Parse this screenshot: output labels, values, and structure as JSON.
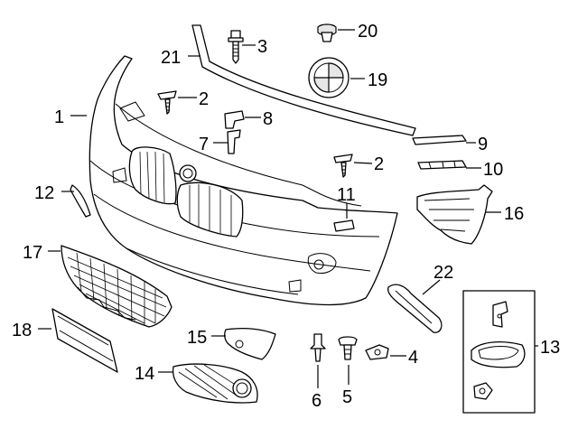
{
  "diagram": {
    "callouts": [
      {
        "id": "c1",
        "label": "1"
      },
      {
        "id": "c2a",
        "label": "2"
      },
      {
        "id": "c2b",
        "label": "2"
      },
      {
        "id": "c3",
        "label": "3"
      },
      {
        "id": "c4",
        "label": "4"
      },
      {
        "id": "c5",
        "label": "5"
      },
      {
        "id": "c6",
        "label": "6"
      },
      {
        "id": "c7",
        "label": "7"
      },
      {
        "id": "c8",
        "label": "8"
      },
      {
        "id": "c9",
        "label": "9"
      },
      {
        "id": "c10",
        "label": "10"
      },
      {
        "id": "c11",
        "label": "11"
      },
      {
        "id": "c12",
        "label": "12"
      },
      {
        "id": "c13",
        "label": "13"
      },
      {
        "id": "c14",
        "label": "14"
      },
      {
        "id": "c15",
        "label": "15"
      },
      {
        "id": "c16",
        "label": "16"
      },
      {
        "id": "c17",
        "label": "17"
      },
      {
        "id": "c18",
        "label": "18"
      },
      {
        "id": "c19",
        "label": "19"
      },
      {
        "id": "c20",
        "label": "20"
      },
      {
        "id": "c21",
        "label": "21"
      },
      {
        "id": "c22",
        "label": "22"
      }
    ]
  }
}
